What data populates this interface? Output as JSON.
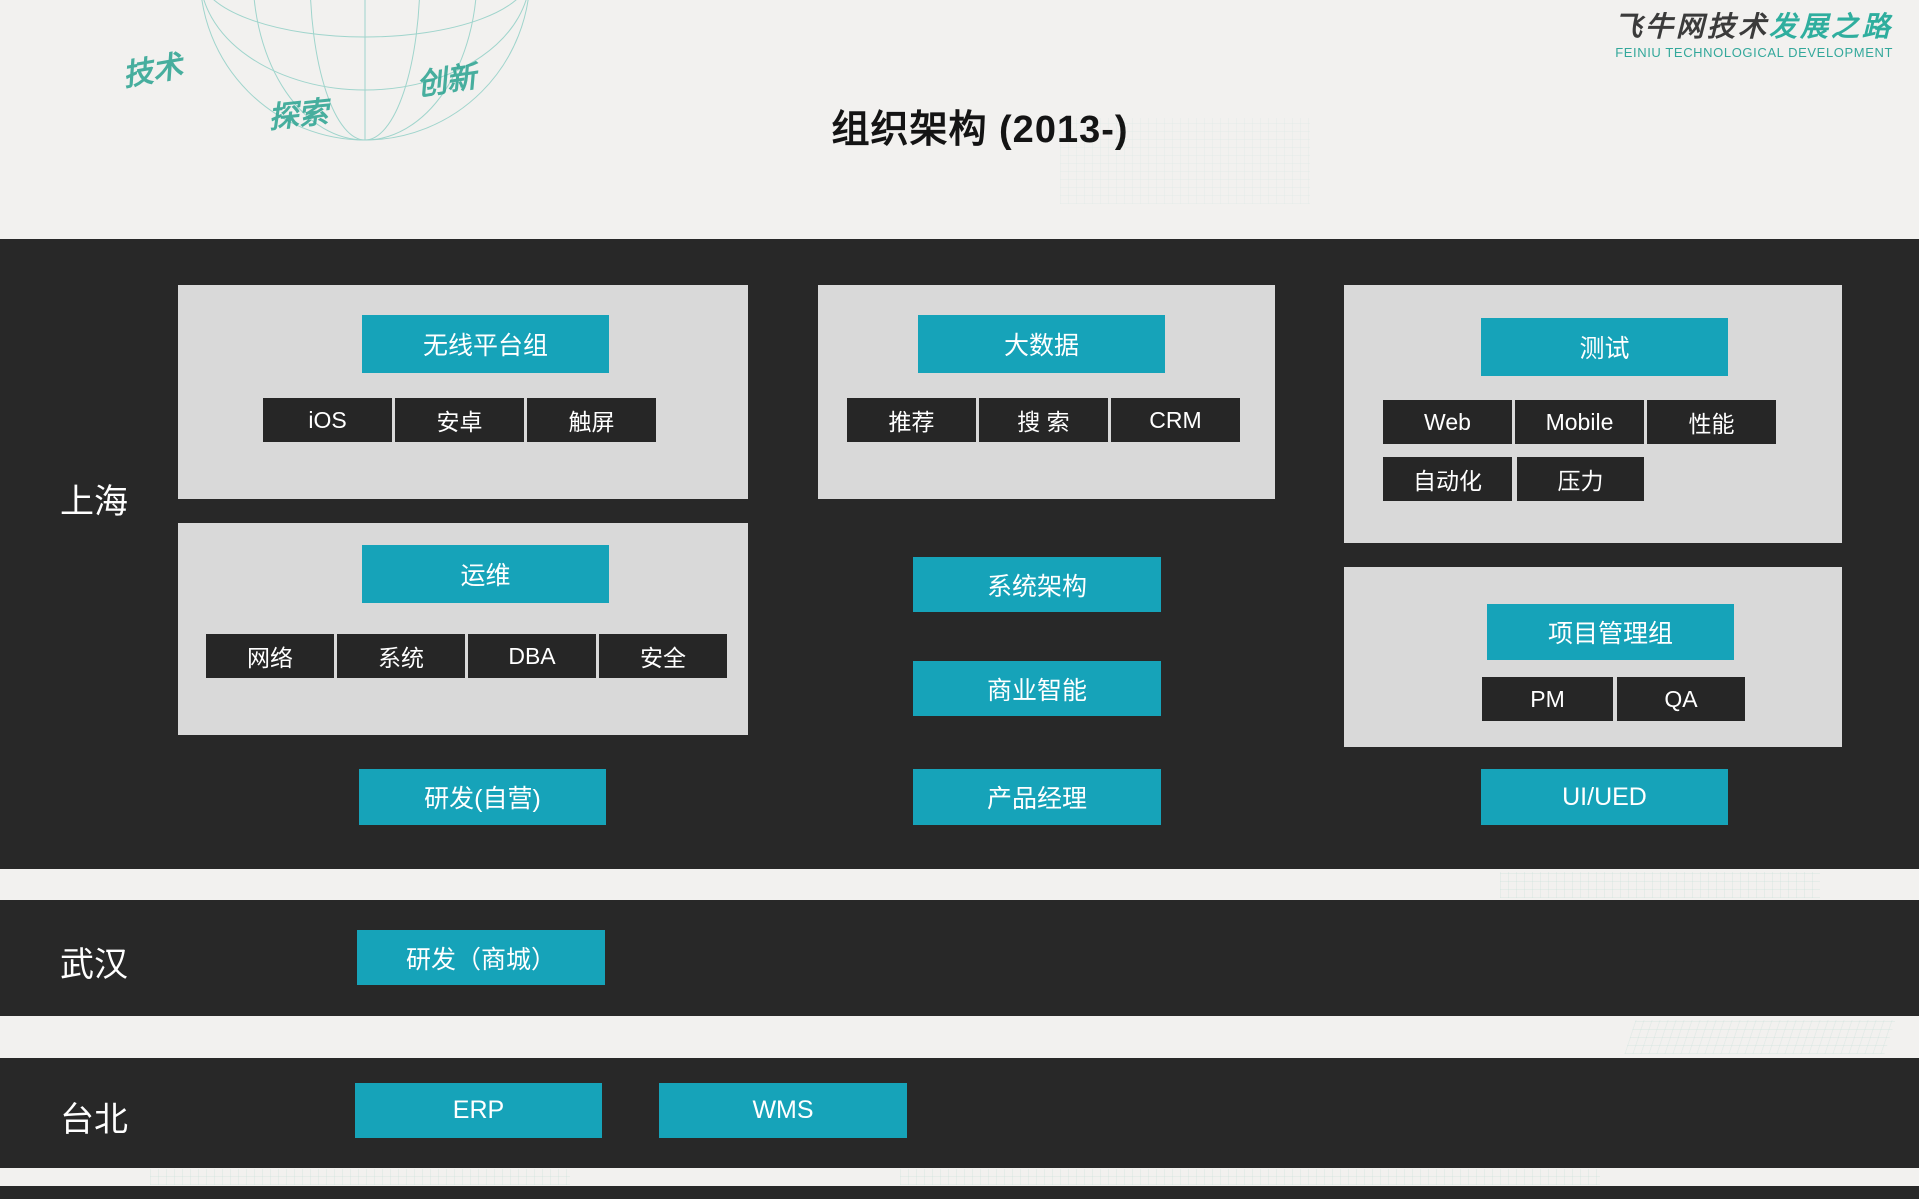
{
  "header": {
    "title": "组织架构 (2013-)",
    "brand_cn_dark": "飞牛网技术",
    "brand_cn_teal": "发展之路",
    "brand_en": "FEINIU TECHNOLOGICAL DEVELOPMENT",
    "sketch_word_1": "技术",
    "sketch_word_2": "探索",
    "sketch_word_3": "创新"
  },
  "colors": {
    "teal_button": "#16a3b9",
    "dark_band": "#282828",
    "panel_gray": "#d9d9d9",
    "brand_teal": "#2fae9e"
  },
  "shanghai": {
    "label": "上海",
    "wireless": {
      "header": "无线平台组",
      "items": [
        "iOS",
        "安卓",
        "触屏"
      ]
    },
    "bigdata": {
      "header": "大数据",
      "items": [
        "推荐",
        "搜 索",
        "CRM"
      ]
    },
    "testing": {
      "header": "测试",
      "row1": [
        "Web",
        "Mobile",
        "性能"
      ],
      "row2": [
        "自动化",
        "压力"
      ]
    },
    "ops": {
      "header": "运维",
      "items": [
        "网络",
        "系统",
        "DBA",
        "安全"
      ]
    },
    "pmo": {
      "header": "项目管理组",
      "items": [
        "PM",
        "QA"
      ]
    },
    "standalone": {
      "sys_arch": "系统架构",
      "bi": "商业智能",
      "rd_self": "研发(自营)",
      "product": "产品经理",
      "uiued": "UI/UED"
    }
  },
  "wuhan": {
    "label": "武汉",
    "rd_mall": "研发（商城）"
  },
  "taipei": {
    "label": "台北",
    "erp": "ERP",
    "wms": "WMS"
  }
}
